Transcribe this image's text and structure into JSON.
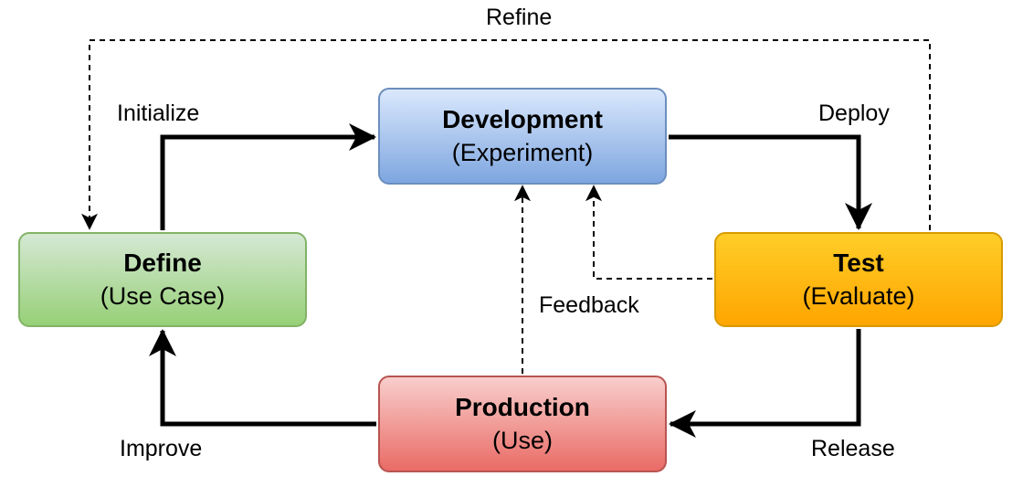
{
  "nodes": {
    "development": {
      "title": "Development",
      "subtitle": "(Experiment)"
    },
    "define": {
      "title": "Define",
      "subtitle": "(Use Case)"
    },
    "test": {
      "title": "Test",
      "subtitle": "(Evaluate)"
    },
    "production": {
      "title": "Production",
      "subtitle": "(Use)"
    }
  },
  "edges": {
    "refine": "Refine",
    "initialize": "Initialize",
    "deploy": "Deploy",
    "feedback": "Feedback",
    "improve": "Improve",
    "release": "Release"
  },
  "colors": {
    "development_fill": [
      "#dae8fc",
      "#7ea6e0"
    ],
    "development_stroke": "#6c8ebf",
    "define_fill": [
      "#d5e8d4",
      "#97d077"
    ],
    "define_stroke": "#82b366",
    "test_fill": [
      "#ffcd28",
      "#ffa500"
    ],
    "test_stroke": "#d79b00",
    "production_fill": [
      "#f8cecc",
      "#ea6b66"
    ],
    "production_stroke": "#b85450"
  }
}
